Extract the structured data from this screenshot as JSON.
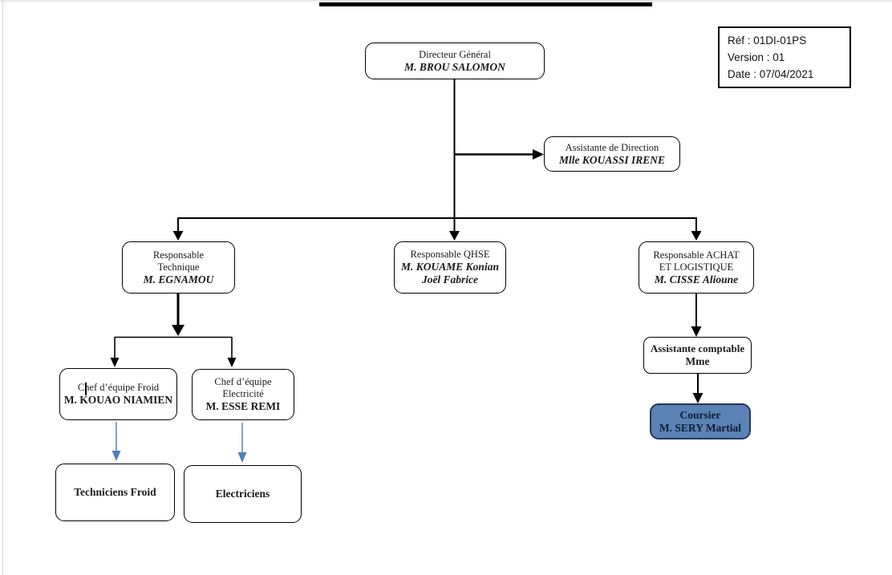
{
  "ref_box": {
    "ref": "Réf : 01DI-01PS",
    "version": "Version : 01",
    "date": "Date : 07/04/2021"
  },
  "nodes": {
    "directeur_general": {
      "title": "Directeur Général",
      "name": "M. BROU SALOMON"
    },
    "assistante_direction": {
      "title": "Assistante de Direction",
      "name": "Mlle KOUASSI IRENE"
    },
    "responsable_technique": {
      "title1": "Responsable",
      "title2": "Technique",
      "name": "M. EGNAMOU"
    },
    "responsable_qhse": {
      "title1": "Responsable QHSE",
      "name1": "M. KOUAME Konian",
      "name2": "Joël Fabrice"
    },
    "responsable_achat": {
      "title1": "Responsable ACHAT",
      "title2": "ET LOGISTIQUE",
      "name": "M. CISSE Alioune"
    },
    "chef_equipe_froid": {
      "title": "Chef d’équipe Froid",
      "name": "M. KOUAO NIAMIEN"
    },
    "chef_equipe_electricite": {
      "title1": "Chef d’équipe",
      "title2": "Electricité",
      "name": "M. ESSE REMI"
    },
    "techniciens_froid": {
      "title": "Techniciens Froid"
    },
    "electriciens": {
      "title": "Electriciens"
    },
    "assistante_comptable": {
      "title": "Assistante comptable",
      "name": "Mme"
    },
    "coursier": {
      "title": "Coursier",
      "name": "M. SERY Martial"
    }
  },
  "colors": {
    "coursier_fill": "#5a82b4",
    "coursier_border": "#24355f",
    "coursier_text": "#101c36",
    "blue_arrow": "#6f9bd0",
    "blue_arrow_head": "#4d7fba"
  }
}
